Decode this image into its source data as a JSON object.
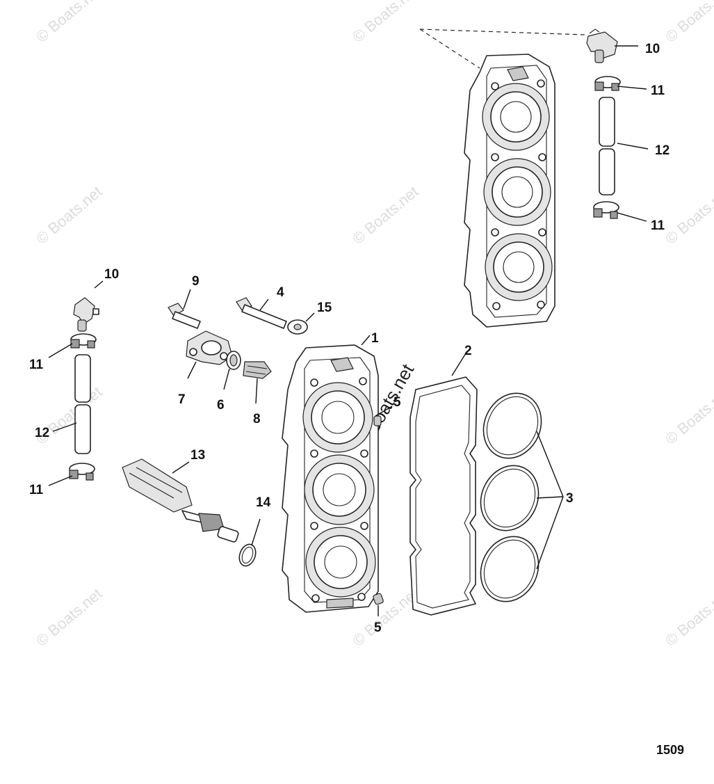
{
  "watermark": {
    "text": "© Boats.net"
  },
  "figure_number": "1509",
  "callouts": {
    "c1": "1",
    "c2": "2",
    "c3": "3",
    "c4": "4",
    "c5a": "5",
    "c5b": "5",
    "c6": "6",
    "c7": "7",
    "c8": "8",
    "c9": "9",
    "c10a": "10",
    "c10b": "10",
    "c11a": "11",
    "c11b": "11",
    "c11c": "11",
    "c11d": "11",
    "c12a": "12",
    "c12b": "12",
    "c13": "13",
    "c14": "14",
    "c15": "15"
  }
}
